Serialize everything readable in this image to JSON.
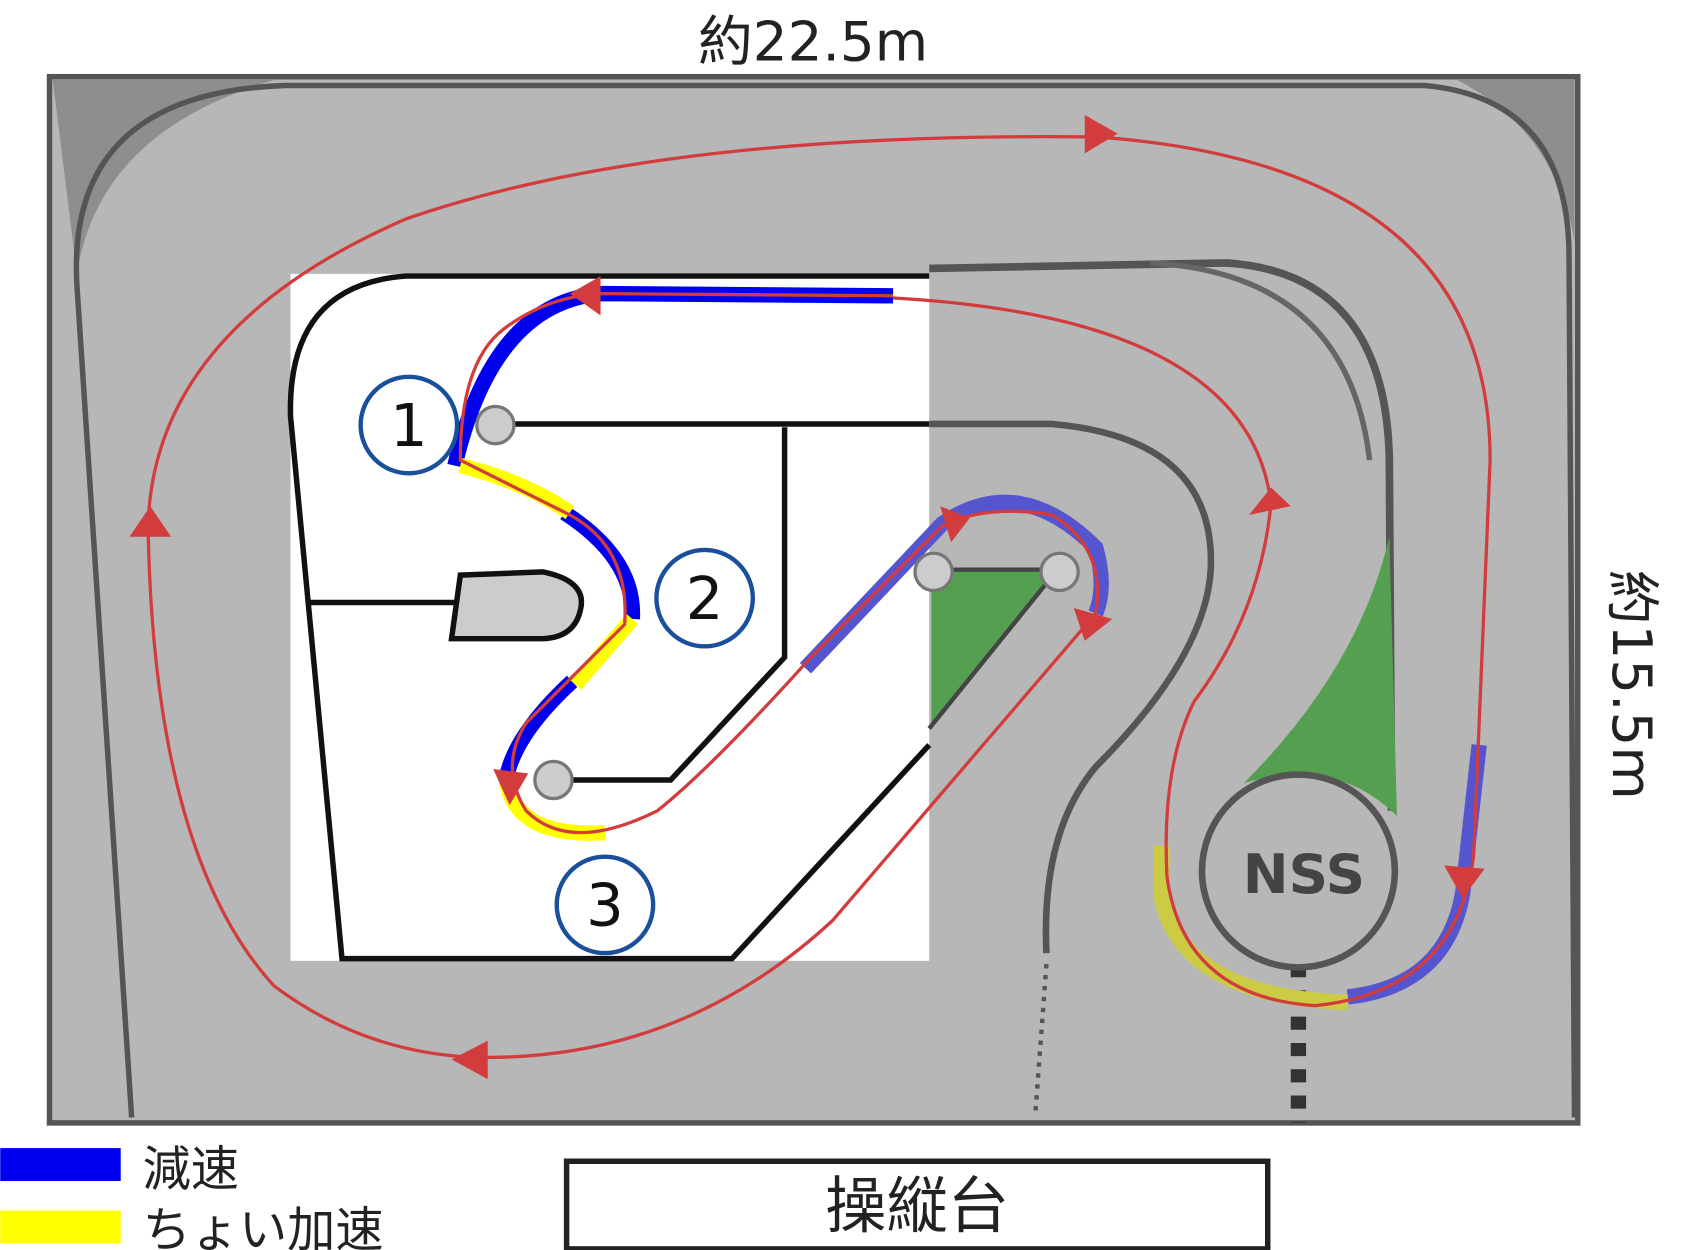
{
  "dimensions": {
    "width_label": "約22.5m",
    "height_label": "約15.5m"
  },
  "markers": [
    {
      "number": "1"
    },
    {
      "number": "2"
    },
    {
      "number": "3"
    }
  ],
  "nss_label": "NSS",
  "driver_stand_label": "操縦台",
  "legend": [
    {
      "label": "減速",
      "color": "#0000ee"
    },
    {
      "label": "ちょい加速",
      "color": "#ffff00"
    }
  ],
  "colors": {
    "track": "#b7b7b7",
    "route": "#d23c3c",
    "infield": "#55a050",
    "marker_ring": "#1a4f9c"
  }
}
